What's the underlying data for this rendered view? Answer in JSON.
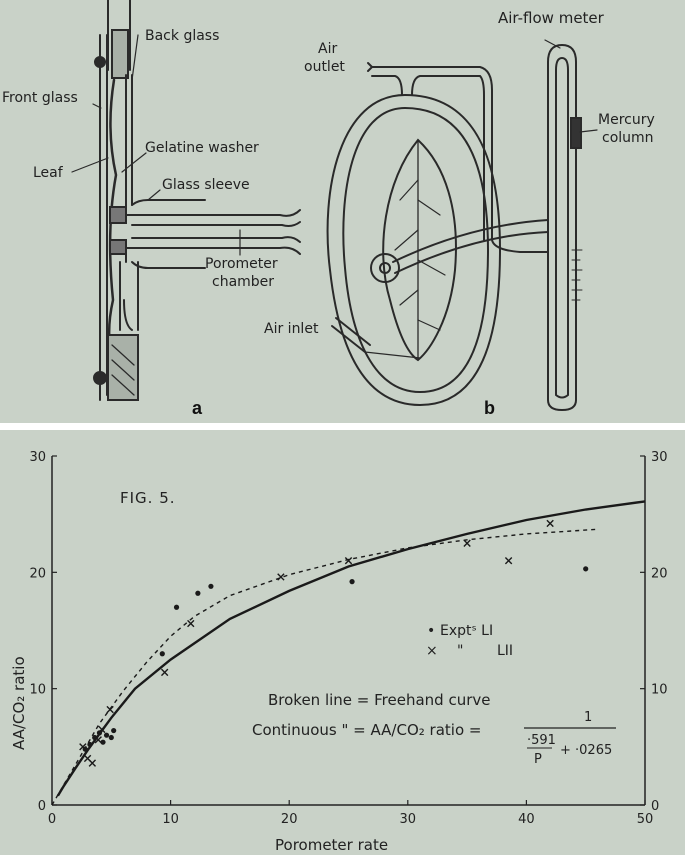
{
  "figure_top": {
    "panel_a": {
      "letter": "a",
      "labels": {
        "back_glass": "Back glass",
        "front_glass": "Front glass",
        "gelatine_washer": "Gelatine washer",
        "leaf": "Leaf",
        "glass_sleeve": "Glass sleeve",
        "porometer": "Porometer",
        "chamber": "chamber"
      }
    },
    "panel_b": {
      "letter": "b",
      "labels": {
        "air": "Air",
        "outlet": "outlet",
        "air_flow_meter": "Air-flow meter",
        "mercury": "Mercury",
        "column": "column",
        "air_inlet": "Air inlet"
      }
    }
  },
  "figure_bottom": {
    "fig_label": "FIG. 5.",
    "ylabel": "AA/CO₂ ratio",
    "xlabel": "Porometer rate",
    "legend": {
      "expt1_marker": "•",
      "expt1_label": "Exptˢ LI",
      "expt2_marker": "×",
      "expt2_ditto": "\"",
      "expt2_label": "LII"
    },
    "note_broken": "Broken line = Freehand curve",
    "note_continuous": "Continuous \" = AA/CO₂ ratio =",
    "formula_num": "1",
    "formula_den_top": "·591",
    "formula_den_p": "P",
    "formula_den_rest": "+ ·0265"
  },
  "chart_data": {
    "type": "scatter",
    "title": "FIG. 5.",
    "xlabel": "Porometer rate",
    "ylabel": "AA/CO₂ ratio",
    "xlim": [
      0,
      50
    ],
    "ylim": [
      0,
      30
    ],
    "x_ticks": [
      0,
      10,
      20,
      30,
      40,
      50
    ],
    "y_ticks": [
      0,
      10,
      20,
      30
    ],
    "grid": false,
    "legend_position": "center-right",
    "series": [
      {
        "name": "Exptˢ LI",
        "marker": "dot",
        "points": [
          [
            2.8,
            4.8
          ],
          [
            3.2,
            5.2
          ],
          [
            3.6,
            5.8
          ],
          [
            4.0,
            6.2
          ],
          [
            4.3,
            5.4
          ],
          [
            4.6,
            6.0
          ],
          [
            5.0,
            5.8
          ],
          [
            5.2,
            6.4
          ],
          [
            9.3,
            13.0
          ],
          [
            10.5,
            17.0
          ],
          [
            12.3,
            18.2
          ],
          [
            13.4,
            18.8
          ],
          [
            25.3,
            19.2
          ],
          [
            45.0,
            20.3
          ]
        ]
      },
      {
        "name": "LII",
        "marker": "cross",
        "points": [
          [
            2.6,
            5.0
          ],
          [
            3.0,
            4.0
          ],
          [
            3.4,
            3.6
          ],
          [
            3.9,
            5.6
          ],
          [
            4.2,
            6.5
          ],
          [
            4.9,
            8.2
          ],
          [
            9.5,
            11.4
          ],
          [
            11.7,
            15.6
          ],
          [
            19.3,
            19.6
          ],
          [
            25.0,
            21.0
          ],
          [
            35.0,
            22.5
          ],
          [
            38.5,
            21.0
          ],
          [
            42.0,
            24.2
          ]
        ]
      },
      {
        "name": "Broken line",
        "line": "dashed",
        "points": [
          [
            0,
            0
          ],
          [
            2,
            3.5
          ],
          [
            4,
            7.0
          ],
          [
            6,
            9.8
          ],
          [
            8,
            12.3
          ],
          [
            10,
            14.5
          ],
          [
            12,
            16.2
          ],
          [
            15,
            18.0
          ],
          [
            20,
            19.8
          ],
          [
            25,
            21.1
          ],
          [
            30,
            22.1
          ],
          [
            35,
            22.8
          ],
          [
            40,
            23.3
          ],
          [
            46,
            23.7
          ]
        ]
      },
      {
        "name": "Continuous",
        "line": "solid",
        "formula": "1/(0.591/P + 0.0265)",
        "points": [
          [
            0.5,
            0.8
          ],
          [
            1,
            1.65
          ],
          [
            2,
            3.2
          ],
          [
            3,
            4.7
          ],
          [
            4,
            6.1
          ],
          [
            5,
            7.5
          ],
          [
            7,
            10.0
          ],
          [
            10,
            12.5
          ],
          [
            15,
            16.0
          ],
          [
            20,
            18.4
          ],
          [
            25,
            20.5
          ],
          [
            30,
            22.0
          ],
          [
            35,
            23.3
          ],
          [
            40,
            24.5
          ],
          [
            45,
            25.4
          ],
          [
            50,
            26.1
          ]
        ]
      }
    ]
  }
}
